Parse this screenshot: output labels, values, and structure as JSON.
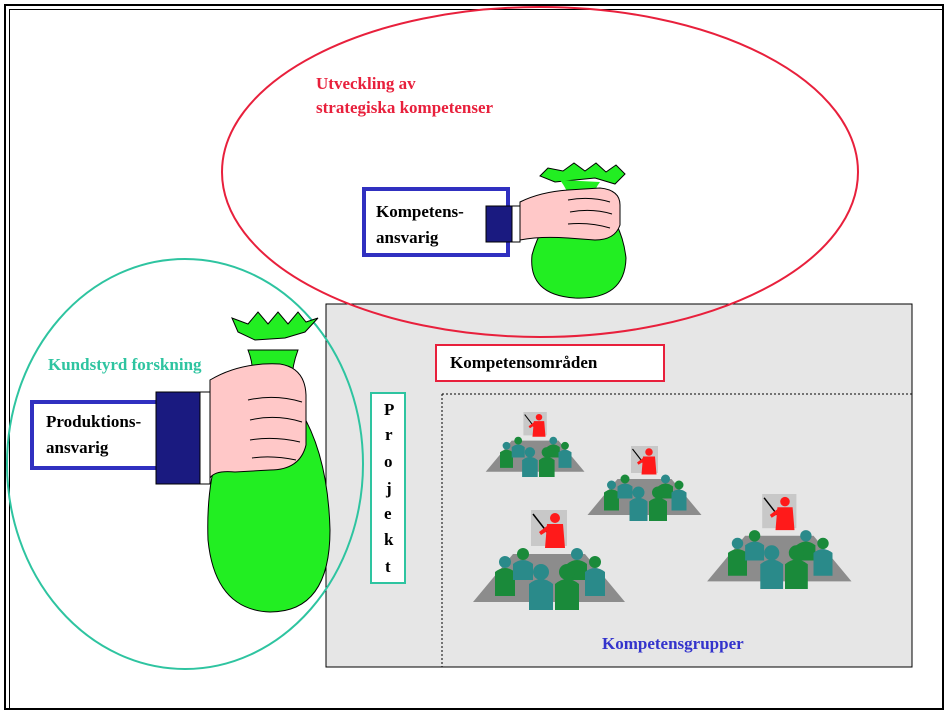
{
  "labels": {
    "strategic_line1": "Utveckling av",
    "strategic_line2": "strategiska kompetenser",
    "competence_resp_line1": "Kompetens-",
    "competence_resp_line2": "ansvarig",
    "customer_research": "Kundstyrd forskning",
    "production_line1": "Produktions-",
    "production_line2": "ansvarig",
    "competence_areas": "Kompetensområden",
    "project_letters": [
      "P",
      "r",
      "o",
      "j",
      "e",
      "k",
      "t"
    ],
    "competence_groups": "Kompetensgrupper"
  },
  "colors": {
    "strategic_ellipse": "#e8203c",
    "customer_ellipse": "#2ec4a0",
    "box_border_blue": "#3030c0",
    "money_bag": "#22ee22",
    "sleeve": "#1a1a80",
    "skin": "#ffc8c8",
    "competence_groups_text": "#3333cc",
    "panel_bg": "#e6e6e6",
    "presenter_red": "#ff1a1a",
    "person_green": "#1a8a3a",
    "person_teal": "#2a8a8a"
  },
  "icons": [
    "money-bag-icon",
    "hand-icon",
    "presenter-meeting-icon"
  ]
}
